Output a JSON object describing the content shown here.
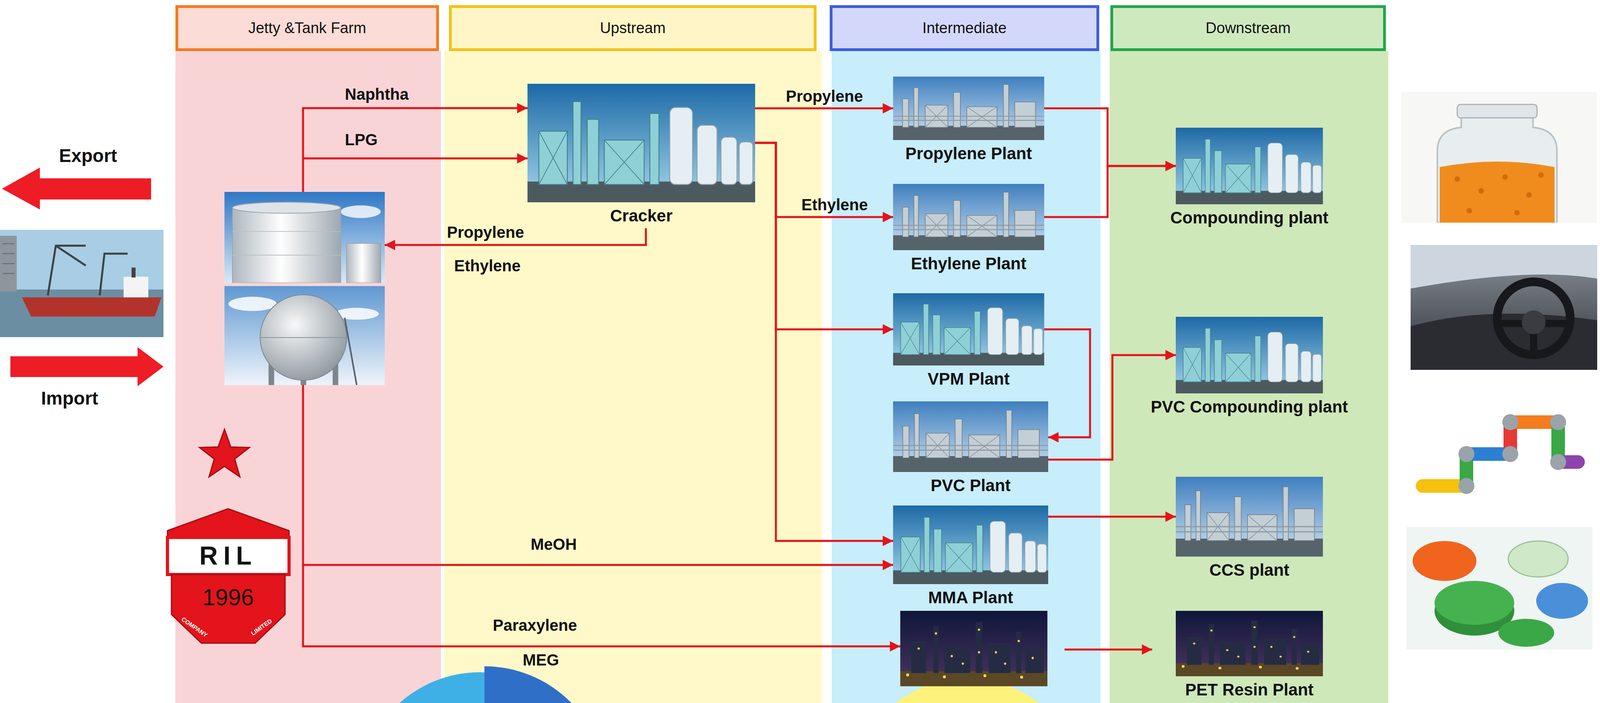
{
  "diagram": {
    "nodes": [
      {
        "text": [
          "Jetty &Tank Farm"
        ]
      },
      {
        "text": [
          "Upstream"
        ]
      },
      {
        "text": [
          "Intermediate"
        ]
      },
      {
        "text": [
          "Downstream"
        ]
      },
      {
        "text": [
          "Cracker"
        ],
        "in": 1
      },
      {
        "text": [
          "Propylene Plant"
        ],
        "in": 2
      },
      {
        "text": [
          "Ethylene Plant"
        ],
        "in": 2
      },
      {
        "text": [
          "VPM Plant"
        ],
        "in": 2
      },
      {
        "text": [
          "PVC Plant"
        ],
        "in": 2
      },
      {
        "text": [
          "MMA Plant"
        ],
        "in": 2
      },
      {
        "text": [
          "Compounding plant"
        ],
        "in": 3
      },
      {
        "text": [
          "PVC Compounding plant"
        ],
        "in": 3
      },
      {
        "text": [
          "CCS plant"
        ],
        "in": 3
      },
      {
        "text": [
          "PET Resin Plant"
        ],
        "in": 3
      }
    ],
    "edges": [
      {
        "from": 4,
        "to": 5,
        "arrow": "to",
        "label": "Propylene"
      },
      {
        "from": 4,
        "to": 6,
        "arrow": "to",
        "label": "Ethylene"
      },
      {
        "from": 4,
        "to": 7,
        "arrow": "to"
      },
      {
        "from": 4,
        "to": 9,
        "arrow": "to"
      },
      {
        "from": 5,
        "to": 10,
        "arrow": "to"
      },
      {
        "from": 6,
        "to": 10,
        "arrow": "to"
      },
      {
        "from": 7,
        "to": 8,
        "arrow": "to"
      },
      {
        "from": 8,
        "to": 11,
        "arrow": "to"
      },
      {
        "from": 9,
        "to": 12,
        "arrow": "to"
      }
    ],
    "labels": [
      "Naphtha",
      "LPG",
      "Propylene",
      "Ethylene",
      "MeOH",
      "Paraxylene",
      "MEG",
      "Export",
      "Import",
      "RIL",
      "1996",
      "COMPANY",
      "LIMITED"
    ]
  }
}
